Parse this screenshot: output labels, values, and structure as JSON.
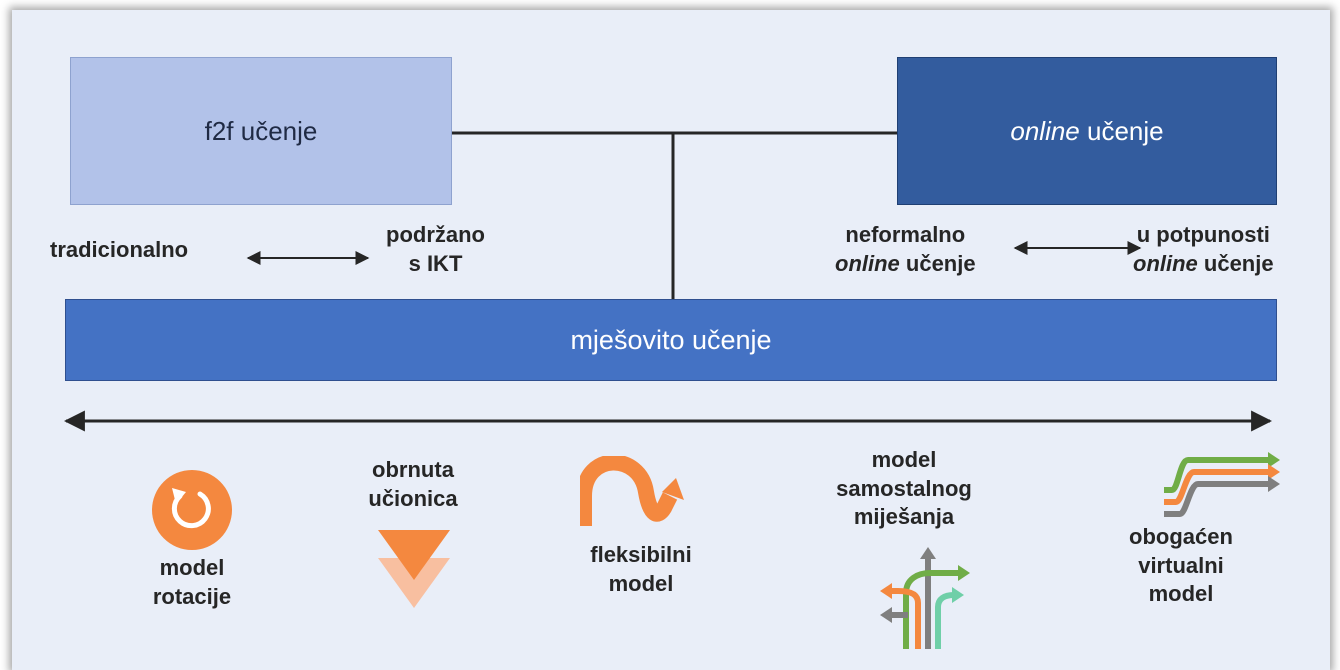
{
  "top": {
    "f2f": {
      "label": "f2f učenje"
    },
    "online": {
      "label_italic": "online",
      "label_rest": " učenje"
    }
  },
  "left_spectrum": {
    "start": "tradicionalno",
    "end_line1": "podržano",
    "end_line2": "s IKT"
  },
  "right_spectrum": {
    "start_line1": "neformalno",
    "start_line2_italic": "online",
    "start_line2_rest": " učenje",
    "end_line1": "u potpunosti",
    "end_line2_italic": "online",
    "end_line2_rest": " učenje"
  },
  "middle": {
    "label": "mješovito učenje"
  },
  "models": {
    "rotation": {
      "line1": "model",
      "line2": "rotacije",
      "icon": "rotation-icon"
    },
    "flipped": {
      "line1": "obrnuta",
      "line2": "učionica",
      "icon": "double-down-arrow-icon"
    },
    "flex": {
      "line1": "fleksibilni",
      "line2": "model",
      "icon": "ribbon-arrow-icon"
    },
    "self_blend": {
      "line1": "model",
      "line2": "samostalnog",
      "line3": "miješanja",
      "icon": "crossing-arrows-icon"
    },
    "enriched": {
      "line1": "obogaćen",
      "line2": "virtualni",
      "line3": "model",
      "icon": "parallel-arrows-icon"
    }
  },
  "colors": {
    "f2f_box": "#b2c2e9",
    "online_box": "#335c9e",
    "mixed_bar": "#4472c4",
    "orange": "#f4883f",
    "green": "#70ad47",
    "gray": "#7f7f7f",
    "teal": "#6fcfa8"
  }
}
